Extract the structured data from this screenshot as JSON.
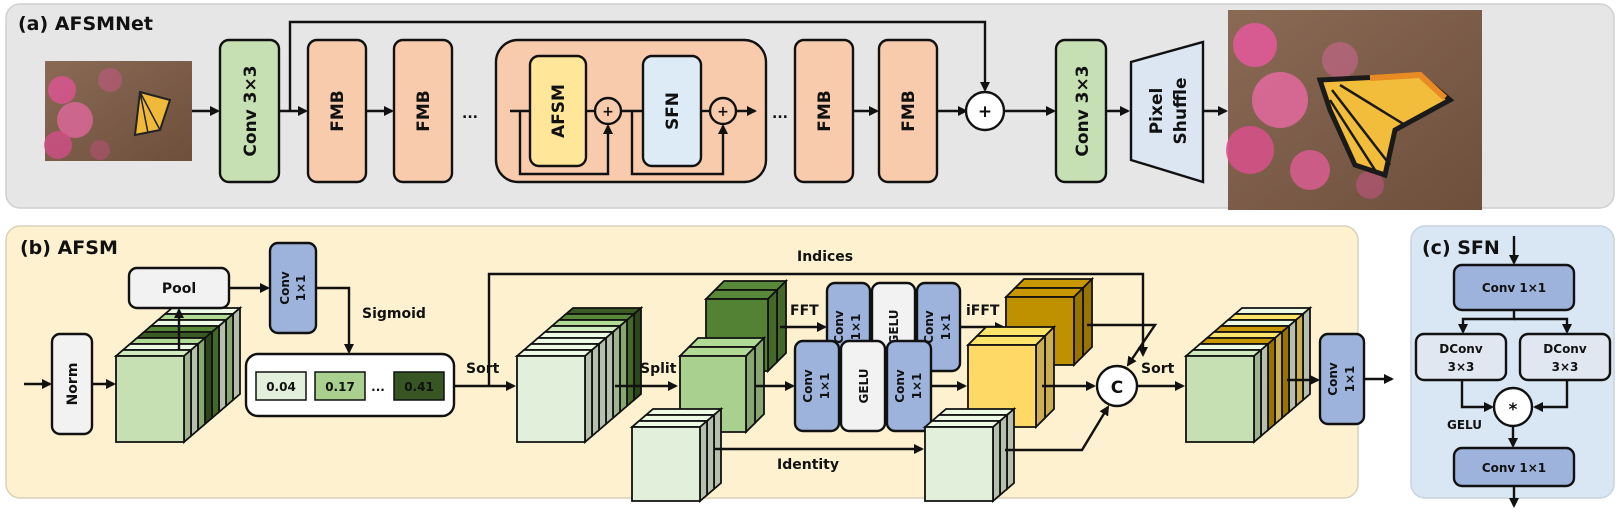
{
  "panel_a": {
    "title": "(a) AFSMNet",
    "input_image": "low-resolution butterfly image",
    "output_image": "high-resolution butterfly image",
    "conv_in": "Conv 3×3",
    "fmb": "FMB",
    "ellipsis": "...",
    "afsm": "AFSM",
    "sfn": "SFN",
    "plus": "+",
    "conv_out": "Conv 3×3",
    "pixel_shuffle_1": "Pixel",
    "pixel_shuffle_2": "Shuffle"
  },
  "panel_b": {
    "title": "(b) AFSM",
    "norm": "Norm",
    "pool": "Pool",
    "conv_1": "Conv",
    "conv_2": "1×1",
    "sigmoid": "Sigmoid",
    "weights": [
      "0.04",
      "0.17",
      "...",
      "0.41"
    ],
    "sort": "Sort",
    "indices": "Indices",
    "split": "Split",
    "fft": "FFT",
    "ifft": "iFFT",
    "gelu": "GELU",
    "identity": "Identity",
    "concat": "C",
    "sort_out": "Sort"
  },
  "panel_c": {
    "title": "(c) SFN",
    "conv_top": "Conv 1×1",
    "dconv_1": "DConv",
    "dconv_2": "3×3",
    "multiply": "*",
    "gelu": "GELU",
    "conv_bottom": "Conv 1×1"
  },
  "colors": {
    "panel_a_bg": "#e6e6e6",
    "panel_b_bg": "#fdf1cf",
    "panel_c_bg": "#d9e6f3",
    "conv3": "#c6e0b4",
    "fmb": "#f8cbad",
    "afsm": "#ffe699",
    "sfn": "#ddebf7",
    "conv1": "#9db3db",
    "gray_box": "#f2f2f2"
  }
}
